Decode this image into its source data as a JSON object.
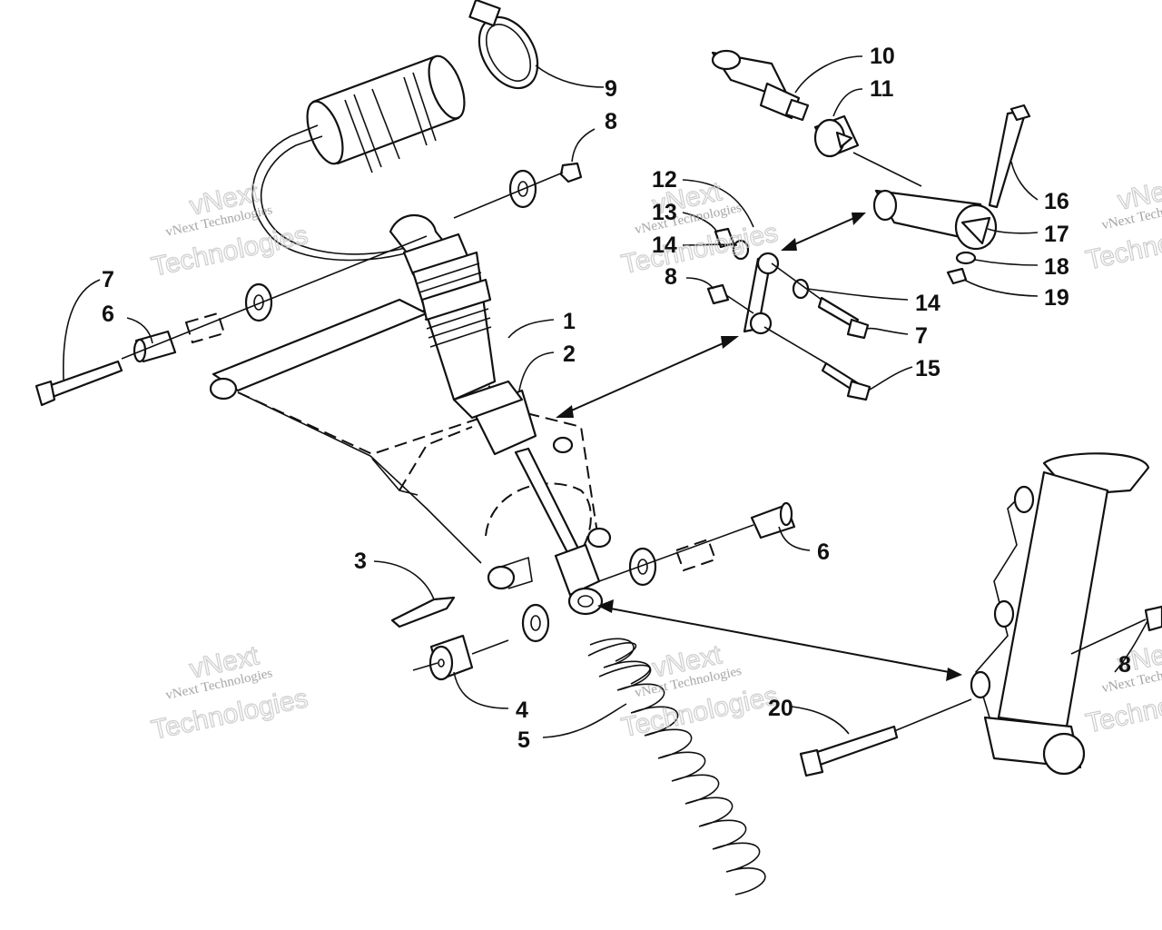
{
  "callouts": [
    {
      "id": "c1",
      "text": "1"
    },
    {
      "id": "c2",
      "text": "2"
    },
    {
      "id": "c3",
      "text": "3"
    },
    {
      "id": "c4",
      "text": "4"
    },
    {
      "id": "c5",
      "text": "5"
    },
    {
      "id": "c6a",
      "text": "6"
    },
    {
      "id": "c6b",
      "text": "6"
    },
    {
      "id": "c7a",
      "text": "7"
    },
    {
      "id": "c7b",
      "text": "7"
    },
    {
      "id": "c8a",
      "text": "8"
    },
    {
      "id": "c8b",
      "text": "8"
    },
    {
      "id": "c8c",
      "text": "8"
    },
    {
      "id": "c9",
      "text": "9"
    },
    {
      "id": "c10",
      "text": "10"
    },
    {
      "id": "c11",
      "text": "11"
    },
    {
      "id": "c12",
      "text": "12"
    },
    {
      "id": "c13",
      "text": "13"
    },
    {
      "id": "c14a",
      "text": "14"
    },
    {
      "id": "c14b",
      "text": "14"
    },
    {
      "id": "c15",
      "text": "15"
    },
    {
      "id": "c16",
      "text": "16"
    },
    {
      "id": "c17",
      "text": "17"
    },
    {
      "id": "c18",
      "text": "18"
    },
    {
      "id": "c19",
      "text": "19"
    },
    {
      "id": "c20",
      "text": "20"
    }
  ],
  "watermark": {
    "line1": "vNext Technologies",
    "line2": "vNext",
    "line3": "Technologies"
  }
}
